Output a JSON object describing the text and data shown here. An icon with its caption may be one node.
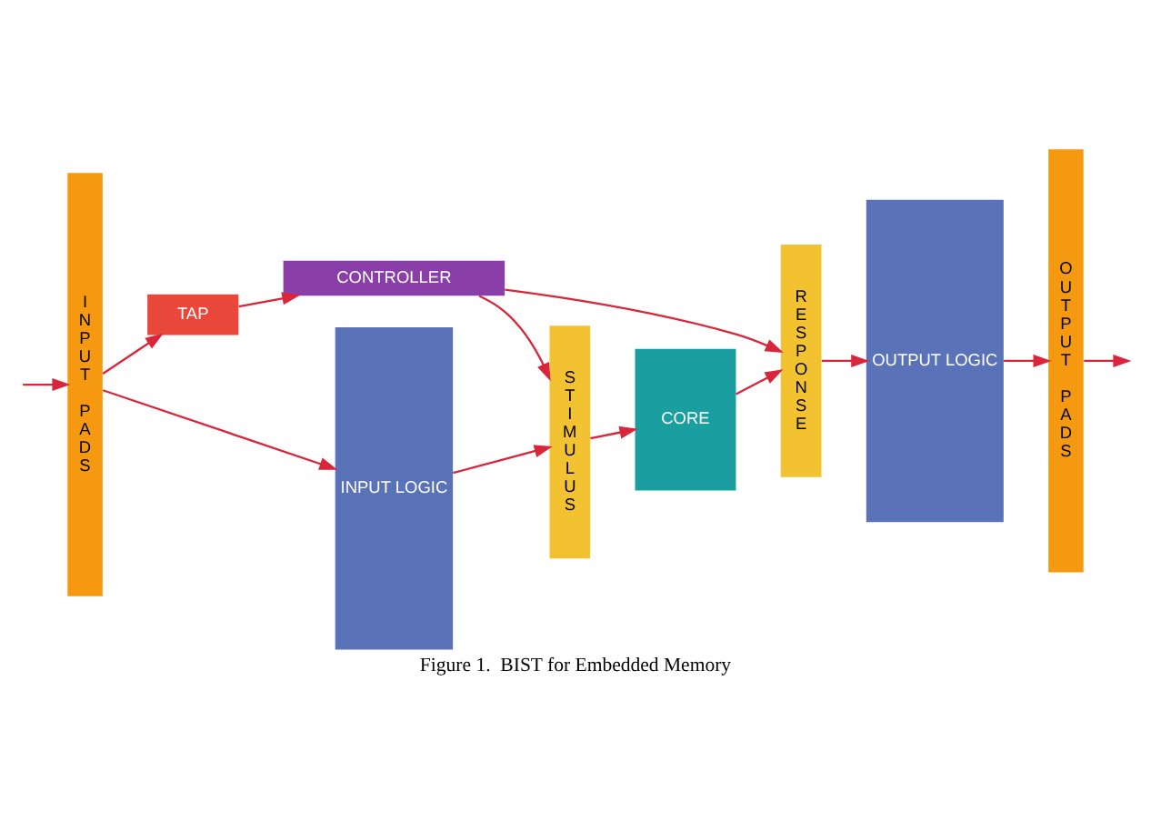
{
  "diagram": {
    "caption": "Figure 1.  BIST for Embedded Memory",
    "nodes": [
      {
        "text": [
          "INPUT PADS"
        ]
      },
      {
        "text": [
          "TAP"
        ]
      },
      {
        "text": [
          "CONTROLLER"
        ]
      },
      {
        "text": [
          "INPUT LOGIC"
        ]
      },
      {
        "text": [
          "STIMULUS"
        ]
      },
      {
        "text": [
          "CORE"
        ]
      },
      {
        "text": [
          "RESPONSE"
        ]
      },
      {
        "text": [
          "OUTPUT LOGIC"
        ]
      },
      {
        "text": [
          "OUTPUT PADS"
        ]
      }
    ],
    "edges": [
      {
        "from": null,
        "to": 0,
        "arrow": "to"
      },
      {
        "from": 0,
        "to": 1,
        "arrow": "to"
      },
      {
        "from": 1,
        "to": 2,
        "arrow": "to"
      },
      {
        "from": 2,
        "to": 4,
        "arrow": "to"
      },
      {
        "from": 2,
        "to": 6,
        "arrow": "to"
      },
      {
        "from": 0,
        "to": 3,
        "arrow": "to"
      },
      {
        "from": 3,
        "to": 4,
        "arrow": "to"
      },
      {
        "from": 4,
        "to": 5,
        "arrow": "to"
      },
      {
        "from": 5,
        "to": 6,
        "arrow": "to"
      },
      {
        "from": 6,
        "to": 7,
        "arrow": "to"
      },
      {
        "from": 7,
        "to": 8,
        "arrow": "to"
      },
      {
        "from": 8,
        "to": null,
        "arrow": "to"
      }
    ]
  }
}
